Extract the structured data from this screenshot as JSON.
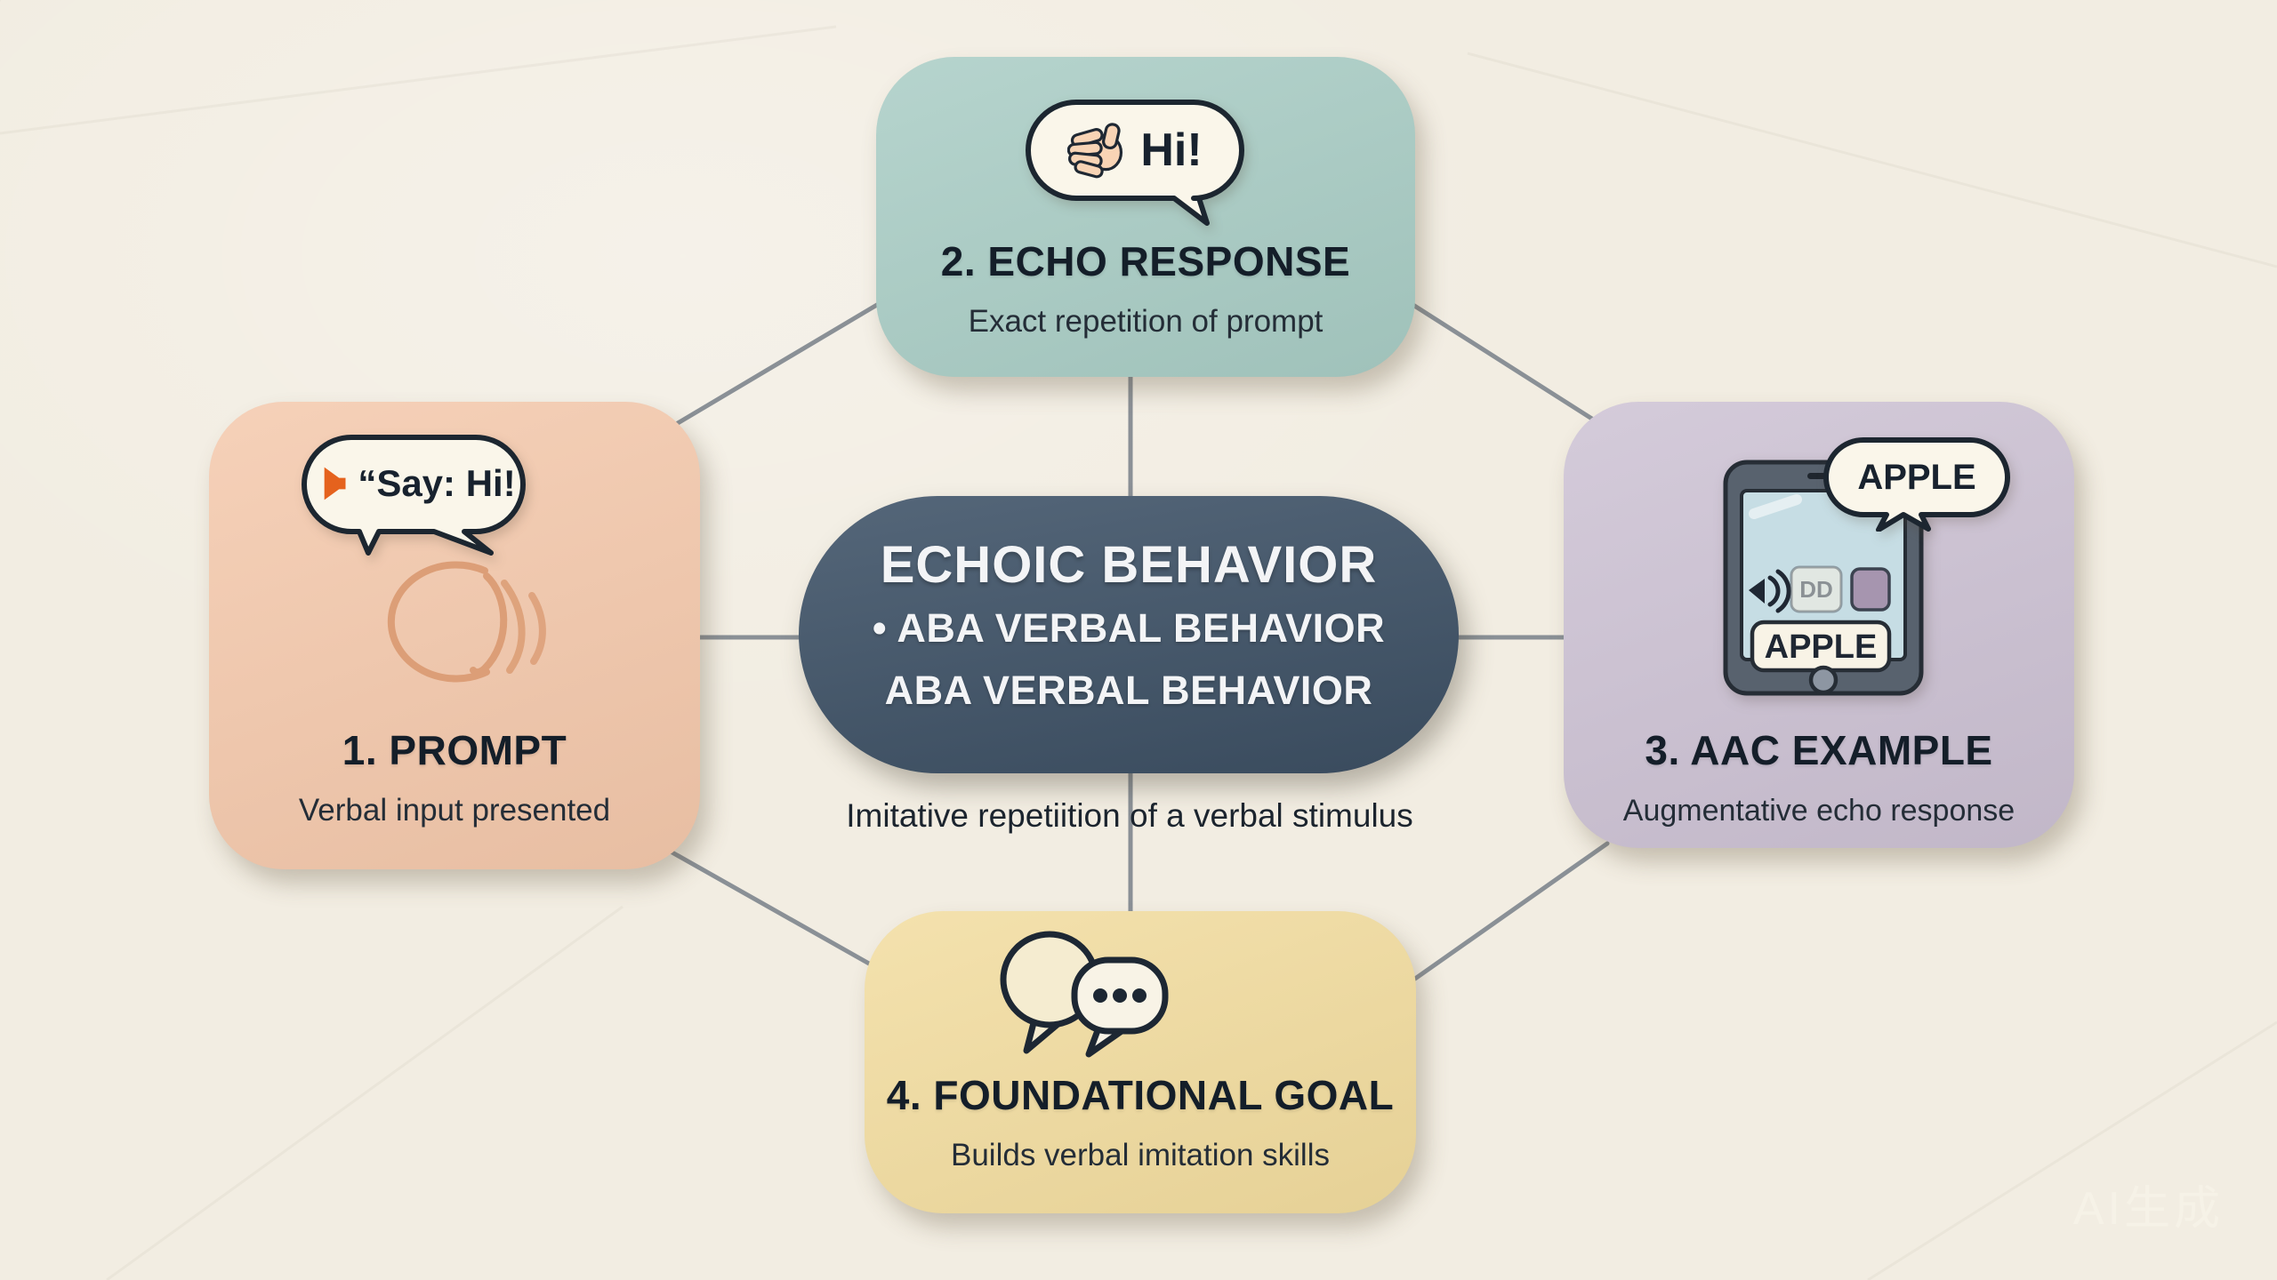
{
  "colors": {
    "bg": "#f2ede2",
    "navy": "#41556a",
    "teal": "#a8ccc4",
    "peach": "#f4c8ab",
    "purple": "#ccc1d3",
    "yellow": "#f2dc9e",
    "line": "#8a9096",
    "bubble": "#faf6ea",
    "outline": "#1c2630",
    "orange": "#e5621d",
    "skin": "#f8d4b5",
    "face_stroke": "#dc9e77",
    "screen": "#c6dde4"
  },
  "center": {
    "title": "ECHOIC BEHAVIOR",
    "bullet_line": "• ABA VERBAL BEHAVIOR",
    "line2": "ABA VERBAL BEHAVIOR",
    "caption": "Imitative repetiition of a verbal stimulus"
  },
  "nodes": {
    "echo": {
      "title": "2. ECHO RESPONSE",
      "subtitle": "Exact repetition of prompt",
      "bubble_text": "Hi!"
    },
    "prompt": {
      "title": "1. PROMPT",
      "subtitle": "Verbal input presented",
      "bubble_text": "“Say: Hi!"
    },
    "aac": {
      "title": "3. AAC EXAMPLE",
      "subtitle": "Augmentative echo response",
      "bubble_text": "APPLE",
      "screen_button": "APPLE",
      "screen_thumb": "DD"
    },
    "goal": {
      "title": "4. FOUNDATIONAL GOAL",
      "subtitle": "Builds verbal imitation skills"
    }
  },
  "watermark": "AI生成"
}
